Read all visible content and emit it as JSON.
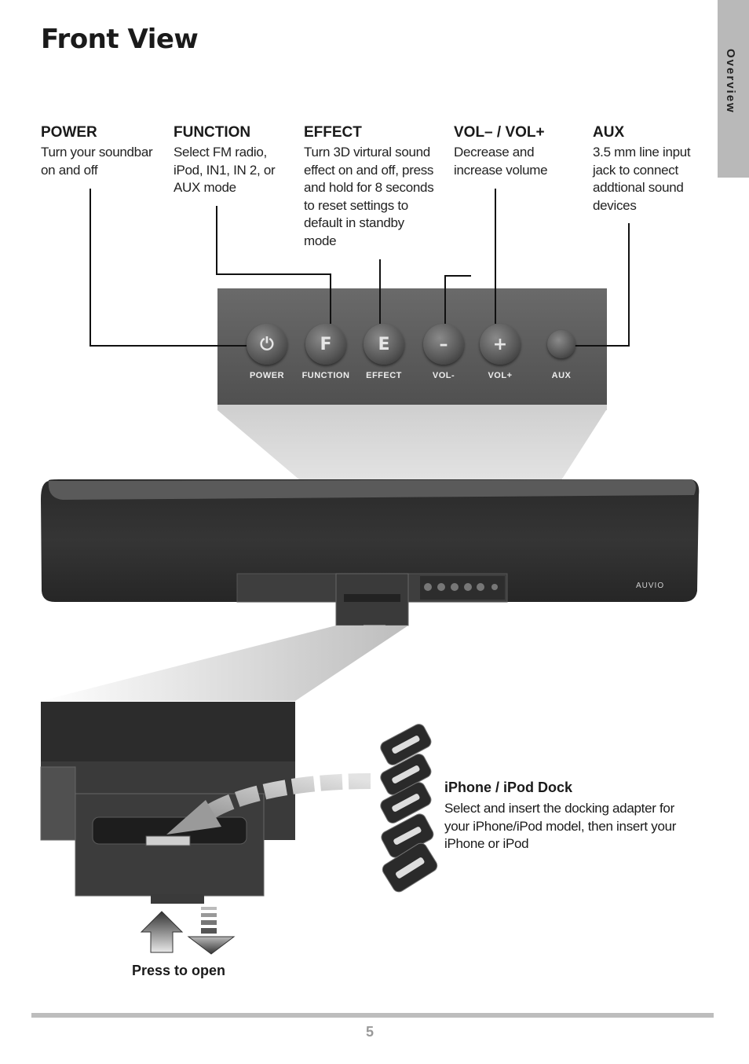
{
  "page": {
    "title": "Front View",
    "side_tab": "Overview",
    "page_number": "5"
  },
  "callouts": [
    {
      "title": "POWER",
      "text": "Turn your soundbar on and off"
    },
    {
      "title": "FUNCTION",
      "text": "Select FM radio, iPod, IN1, IN 2, or AUX mode"
    },
    {
      "title": "EFFECT",
      "text": "Turn 3D virtural sound effect on and off, press and hold for 8 seconds to reset settings to default in standby mode"
    },
    {
      "title": "VOL– / VOL+",
      "text": "Decrease and increase volume"
    },
    {
      "title": "AUX",
      "text": "3.5 mm line input jack to connect addtional sound devices"
    }
  ],
  "panel": {
    "buttons": [
      {
        "glyph": "⏻",
        "label": "POWER"
      },
      {
        "glyph": "F",
        "label": "FUNCTION"
      },
      {
        "glyph": "E",
        "label": "EFFECT"
      },
      {
        "glyph": "–",
        "label": "VOL-"
      },
      {
        "glyph": "+",
        "label": "VOL+"
      },
      {
        "glyph": "",
        "label": "AUX"
      }
    ]
  },
  "soundbar": {
    "brand": "AUVIO"
  },
  "dock": {
    "title": "iPhone / iPod Dock",
    "description": "Select and insert the docking adapter for your iPhone/iPod model, then insert your iPhone or iPod",
    "press_label": "Press to open"
  }
}
